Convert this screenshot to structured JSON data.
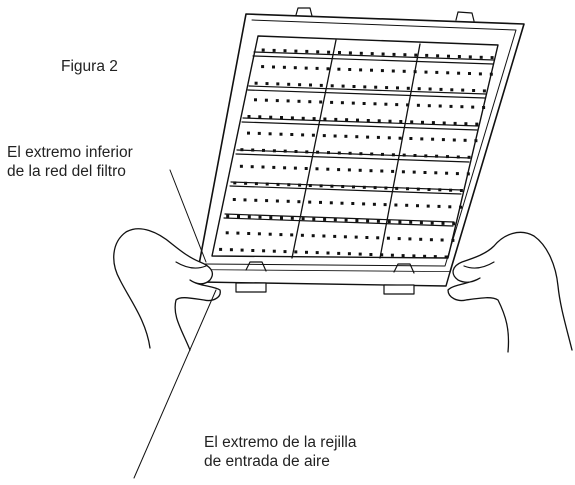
{
  "figure": {
    "title": "Figura 2"
  },
  "callouts": [
    {
      "line1": "El extremo inferior",
      "line2": "de la red del filtro"
    },
    {
      "line1": "El extremo de la rejilla",
      "line2": "de entrada de aire"
    }
  ]
}
